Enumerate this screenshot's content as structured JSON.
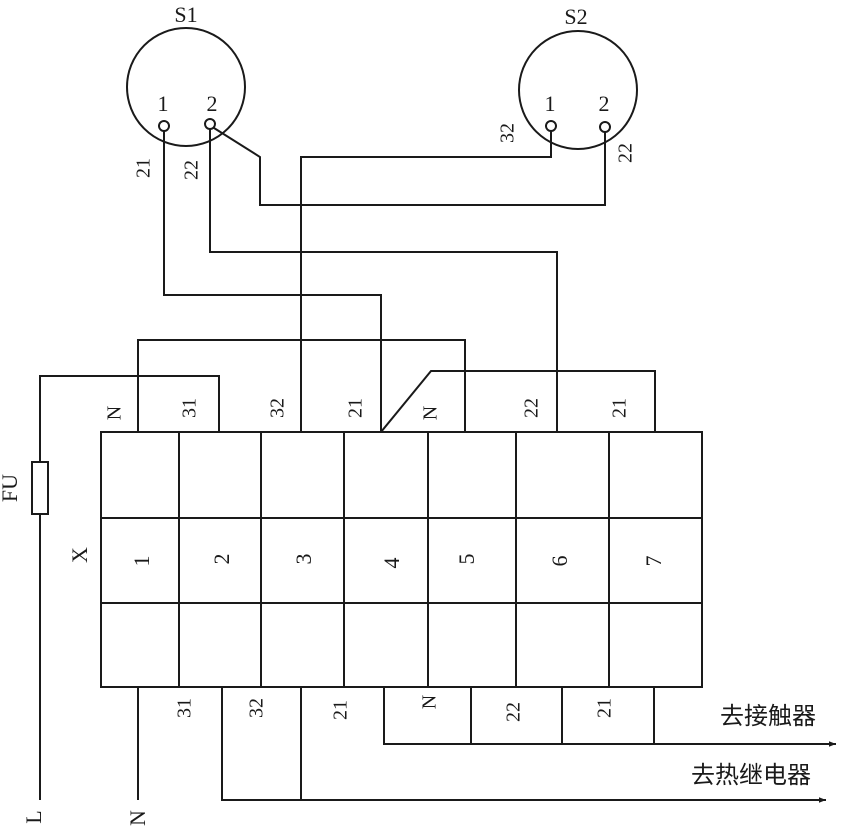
{
  "switches": [
    {
      "label": "S1",
      "pin1": "1",
      "pin2": "2",
      "wire1": "21",
      "wire2": "22"
    },
    {
      "label": "S2",
      "pin1": "1",
      "pin2": "2",
      "wire1": "32",
      "wire2": "22"
    }
  ],
  "fuse": {
    "label": "FU"
  },
  "terminal_block": {
    "label": "X",
    "terminals": [
      "1",
      "2",
      "3",
      "4",
      "5",
      "6",
      "7"
    ],
    "top_wires": [
      "N",
      "31",
      "32",
      "21",
      "N",
      "22",
      "21"
    ],
    "bottom_wires": [
      "31",
      "32",
      "21",
      "N",
      "22",
      "21"
    ]
  },
  "supply": {
    "line": "L",
    "neutral": "N"
  },
  "outputs": {
    "contactor": "去接触器",
    "thermal_relay": "去热继电器"
  }
}
